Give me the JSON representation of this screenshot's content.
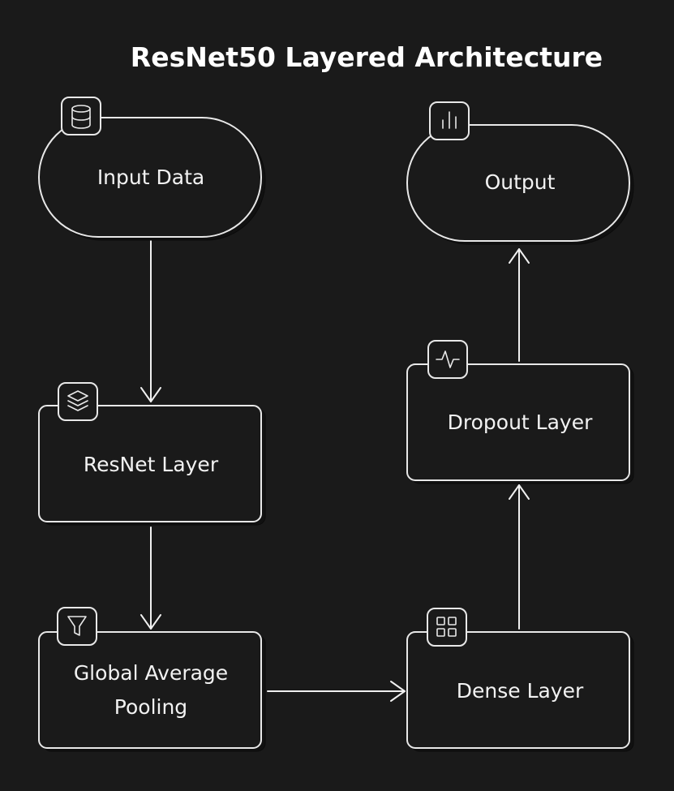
{
  "title": "ResNet50 Layered Architecture",
  "nodes": {
    "input": {
      "label": "Input Data",
      "icon": "database-icon"
    },
    "resnet": {
      "label": "ResNet Layer",
      "icon": "layers-icon"
    },
    "gap": {
      "label_line1": "Global Average",
      "label_line2": "Pooling",
      "icon": "filter-icon"
    },
    "dense": {
      "label": "Dense Layer",
      "icon": "grid-icon"
    },
    "dropout": {
      "label": "Dropout Layer",
      "icon": "activity-icon"
    },
    "output": {
      "label": "Output",
      "icon": "bar-chart-icon"
    }
  },
  "edges": [
    {
      "from": "Input Data",
      "to": "ResNet Layer"
    },
    {
      "from": "ResNet Layer",
      "to": "Global Average Pooling"
    },
    {
      "from": "Global Average Pooling",
      "to": "Dense Layer"
    },
    {
      "from": "Dense Layer",
      "to": "Dropout Layer"
    },
    {
      "from": "Dropout Layer",
      "to": "Output"
    }
  ],
  "colors": {
    "background": "#1a1a1a",
    "stroke": "#e8e8e8",
    "text": "#f2f2f2"
  }
}
